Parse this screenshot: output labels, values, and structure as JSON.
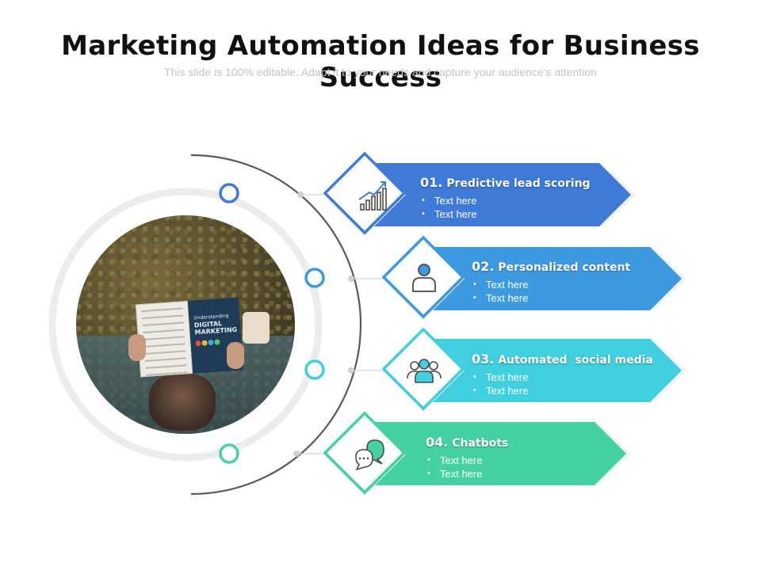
{
  "title": "Marketing Automation Ideas for Business Success",
  "subtitle": "This slide is 100% editable. Adapt it to your needs and capture your audience's attention",
  "photo": {
    "book_title_line1": "Understanding",
    "book_title_line2": "DIGITAL",
    "book_title_line3": "MARKETING"
  },
  "items": [
    {
      "number": "01.",
      "label": "Predictive lead scoring",
      "bullets": [
        "Text here",
        "Text here"
      ],
      "color": "#3e7bd8",
      "icon": "growth-chart-icon"
    },
    {
      "number": "02.",
      "label": "Personalized content",
      "bullets": [
        "Text here",
        "Text here"
      ],
      "color": "#3d99e0",
      "icon": "user-icon"
    },
    {
      "number": "03.",
      "label": "Automated  social media",
      "bullets": [
        "Text here",
        "Text here"
      ],
      "color": "#3fcfdf",
      "icon": "group-icon"
    },
    {
      "number": "04.",
      "label": "Chatbots",
      "bullets": [
        "Text here",
        "Text here"
      ],
      "color": "#45d2a2",
      "icon": "chat-bubbles-icon"
    }
  ]
}
